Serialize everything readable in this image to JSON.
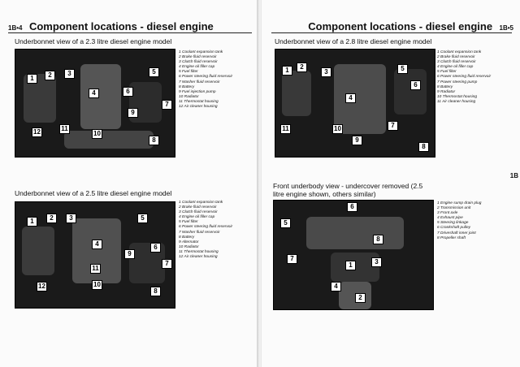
{
  "left_page": {
    "page_number": "1B•4",
    "title": "Component locations - diesel engine",
    "figures": [
      {
        "caption": "Underbonnet view of a 2.3 litre diesel engine model",
        "legend": [
          "1 Coolant expansion tank",
          "2 Brake fluid reservoir",
          "3 Clutch fluid reservoir",
          "4 Engine oil filler cap",
          "5 Fuel filter",
          "6 Power steering fluid reservoir",
          "7 Washer fluid reservoir",
          "8 Battery",
          "9 Fuel injection pump",
          "10 Radiator",
          "11 Thermostat housing",
          "12 Air cleaner housing"
        ],
        "tags": [
          "1",
          "2",
          "3",
          "4",
          "5",
          "6",
          "7",
          "8",
          "9",
          "10",
          "11",
          "12"
        ]
      },
      {
        "caption": "Underbonnet view of a 2.5 litre diesel engine model",
        "legend": [
          "1 Coolant expansion tank",
          "2 Brake fluid reservoir",
          "3 Clutch fluid reservoir",
          "4 Engine oil filler cap",
          "5 Fuel filter",
          "6 Power steering fluid reservoir",
          "7 Washer fluid reservoir",
          "8 Battery",
          "9 Alternator",
          "10 Radiator",
          "11 Thermostat housing",
          "12 Air cleaner housing"
        ],
        "tags": [
          "1",
          "2",
          "3",
          "4",
          "5",
          "6",
          "7",
          "8",
          "9",
          "10",
          "11",
          "12"
        ]
      }
    ]
  },
  "right_page": {
    "page_number": "1B•5",
    "title": "Component locations - diesel engine",
    "edge_tab": "1B",
    "figures": [
      {
        "caption": "Underbonnet view of a 2.8 litre diesel engine model",
        "legend": [
          "1 Coolant expansion tank",
          "2 Brake fluid reservoir",
          "3 Clutch fluid reservoir",
          "4 Engine oil filler cap",
          "5 Fuel filter",
          "6 Power steering fluid reservoir",
          "7 Power steering pump",
          "8 Battery",
          "9 Radiator",
          "10 Thermostat housing",
          "11 Air cleaner housing"
        ],
        "tags": [
          "1",
          "2",
          "3",
          "4",
          "5",
          "6",
          "7",
          "8",
          "9",
          "10",
          "11"
        ]
      },
      {
        "caption": "Front underbody view - undercover removed (2.5 litre engine shown, others similar)",
        "legend": [
          "1 Engine sump drain plug",
          "2 Transmission unit",
          "3 Front axle",
          "4 Exhaust pipe",
          "5 Steering linkage",
          "6 Crankshaft pulley",
          "7 Driveshaft inner joint",
          "8 Propeller shaft"
        ],
        "tags": [
          "1",
          "2",
          "3",
          "4",
          "5",
          "6",
          "7",
          "8"
        ]
      }
    ]
  }
}
